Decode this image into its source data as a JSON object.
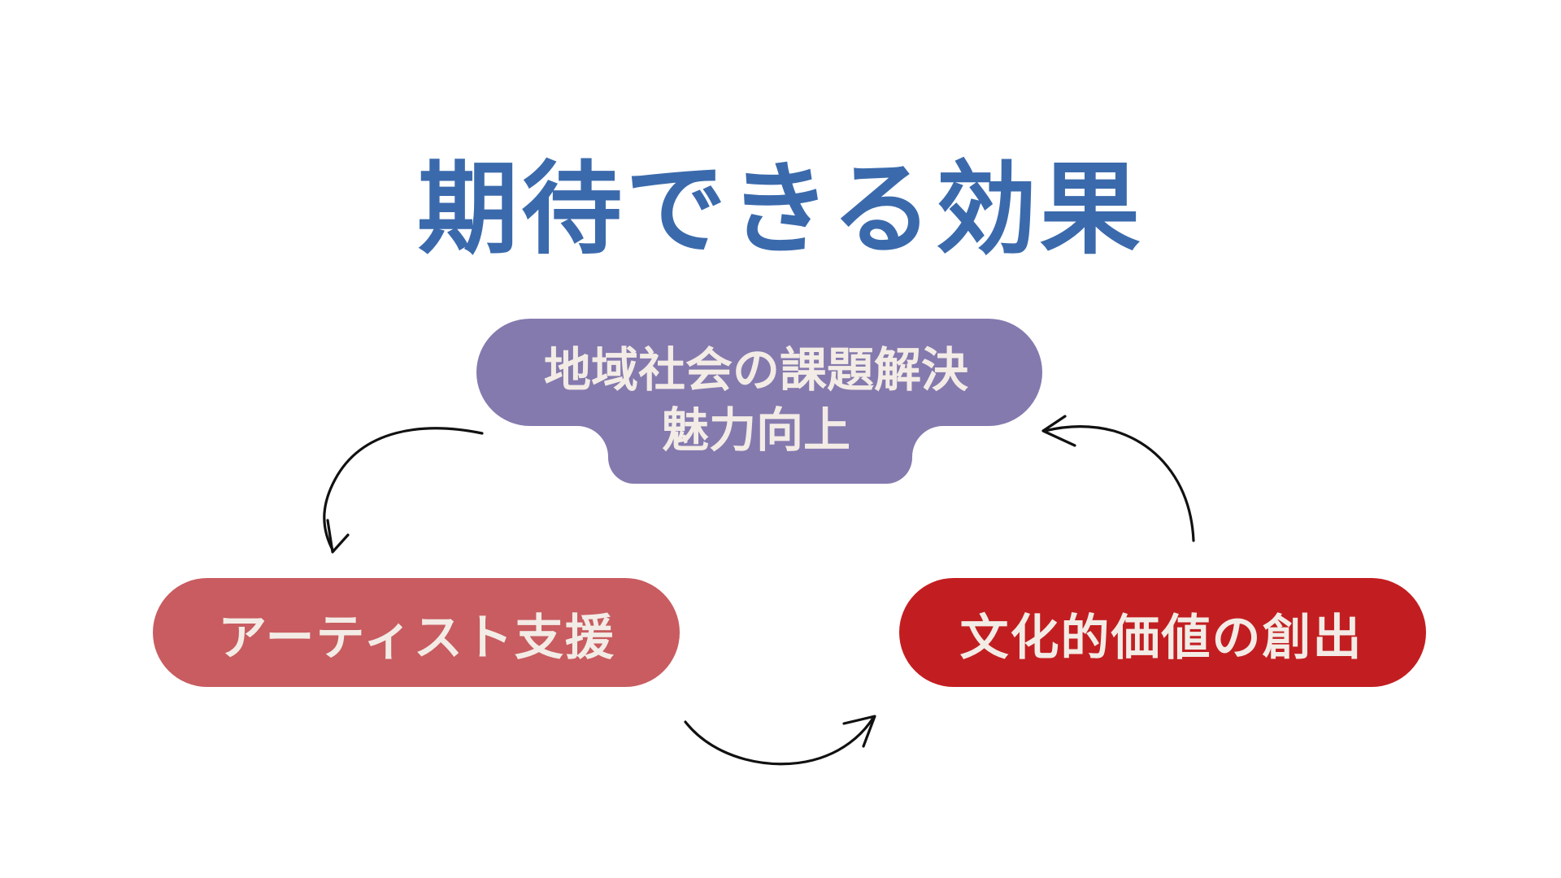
{
  "title": "期待できる効果",
  "nodes": {
    "top": {
      "line1": "地域社会の課題解決",
      "line2": "魅力向上"
    },
    "left": {
      "label": "アーティスト支援"
    },
    "right": {
      "label": "文化的価値の創出"
    }
  },
  "colors": {
    "title": "#3b6aac",
    "top_box": "#857aae",
    "left_box": "#c85c60",
    "right_box": "#c21e21",
    "box_text": "#f3ece6",
    "arrow": "#111111"
  }
}
